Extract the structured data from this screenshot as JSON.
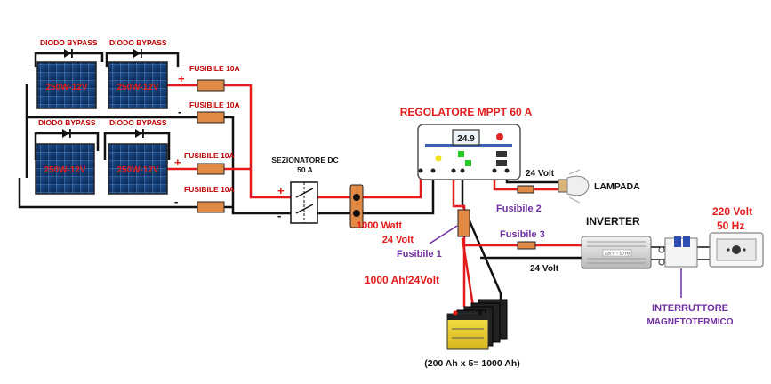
{
  "diagram": {
    "panels": {
      "bypass_diode_label": "DIODO BYPASS",
      "top_left_rating": "250W-12V",
      "top_right_rating": "250W-12V",
      "bottom_left_rating": "250W-12V",
      "bottom_right_rating": "250W-12V"
    },
    "fuses": {
      "label": "FUSIBILE 10A"
    },
    "polarity": {
      "plus": "+",
      "minus": "-"
    },
    "isolator": {
      "line1": "SEZIONATORE DC",
      "line2": "50 A"
    },
    "regulator": {
      "title": "REGOLATORE MPPT 60 A",
      "display": "24.9"
    },
    "lamp": {
      "label": "LAMPADA",
      "voltage": "24 Volt",
      "fuse_label": "Fusibile 2"
    },
    "inverter": {
      "title": "INVERTER",
      "fuse_label": "Fusibile 3",
      "dc_voltage": "24 Volt",
      "device_text": "220 V ~ 50 Hz"
    },
    "output": {
      "voltage": "220 Volt",
      "frequency": "50 Hz"
    },
    "breaker": {
      "line1": "Interruttore",
      "line2": "magnetotermico"
    },
    "battery": {
      "power": "1000 Watt",
      "voltage": "24 Volt",
      "fuse_label": "Fusibile 1",
      "capacity": "1000 Ah/24Volt",
      "calculation": "(200 Ah x 5= 1000 Ah)"
    },
    "colors": {
      "positive_wire": "#e41b1b",
      "negative_wire": "#111111",
      "label_red": "#e41b1b",
      "label_purple": "#7030a0",
      "fuse_body": "#e08a45"
    }
  }
}
